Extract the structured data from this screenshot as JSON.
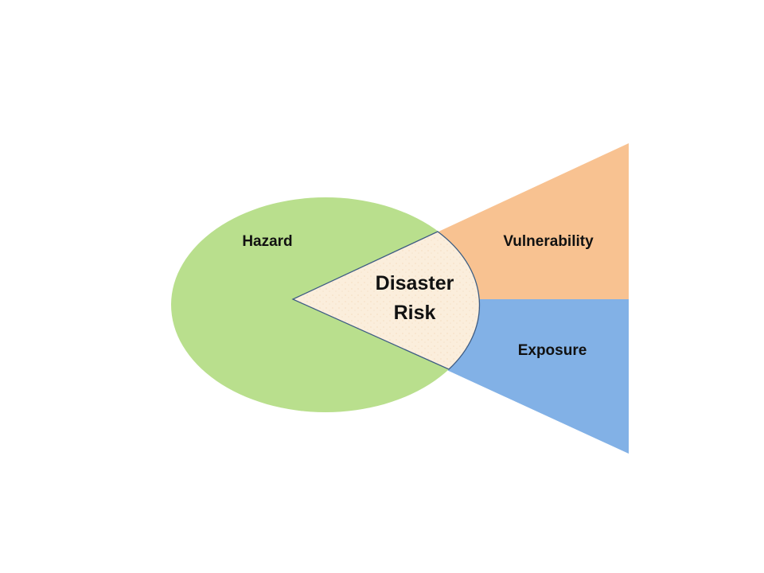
{
  "diagram": {
    "labels": {
      "hazard": "Hazard",
      "vulnerability": "Vulnerability",
      "exposure": "Exposure",
      "center_line1": "Disaster",
      "center_line2": "Risk"
    },
    "colors": {
      "hazard": "#b9df8d",
      "vulnerability": "#f8c291",
      "exposure": "#82b1e6",
      "center": "#fbeedc",
      "outline": "#3e5c84",
      "text": "#111111"
    }
  }
}
